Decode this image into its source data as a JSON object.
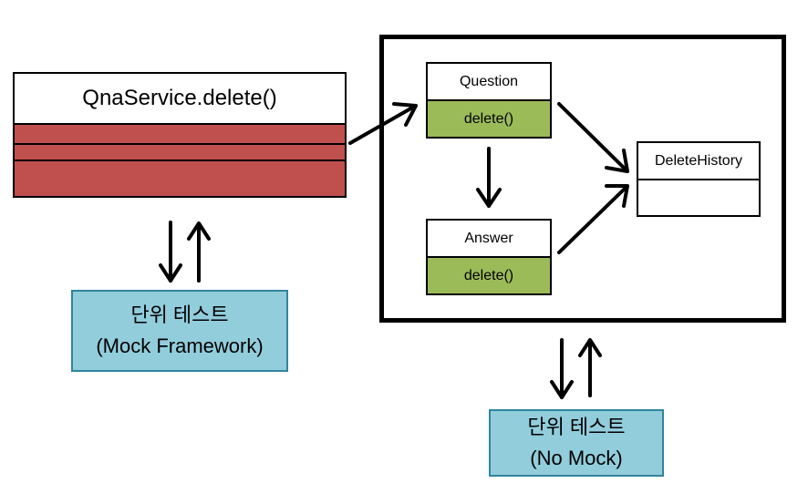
{
  "service": {
    "title": "QnaService.delete()"
  },
  "domain": {
    "question": {
      "name": "Question",
      "method": "delete()"
    },
    "answer": {
      "name": "Answer",
      "method": "delete()"
    },
    "delete_history": {
      "name": "DeleteHistory"
    }
  },
  "tests": {
    "mock": {
      "line1": "단위 테스트",
      "line2": "(Mock Framework)"
    },
    "no_mock": {
      "line1": "단위 테스트",
      "line2": "(No Mock)"
    }
  },
  "colors": {
    "service_rows": "#c0504d",
    "method_fill": "#9bbb59",
    "test_fill": "#92cddc",
    "test_border": "#31859b"
  }
}
